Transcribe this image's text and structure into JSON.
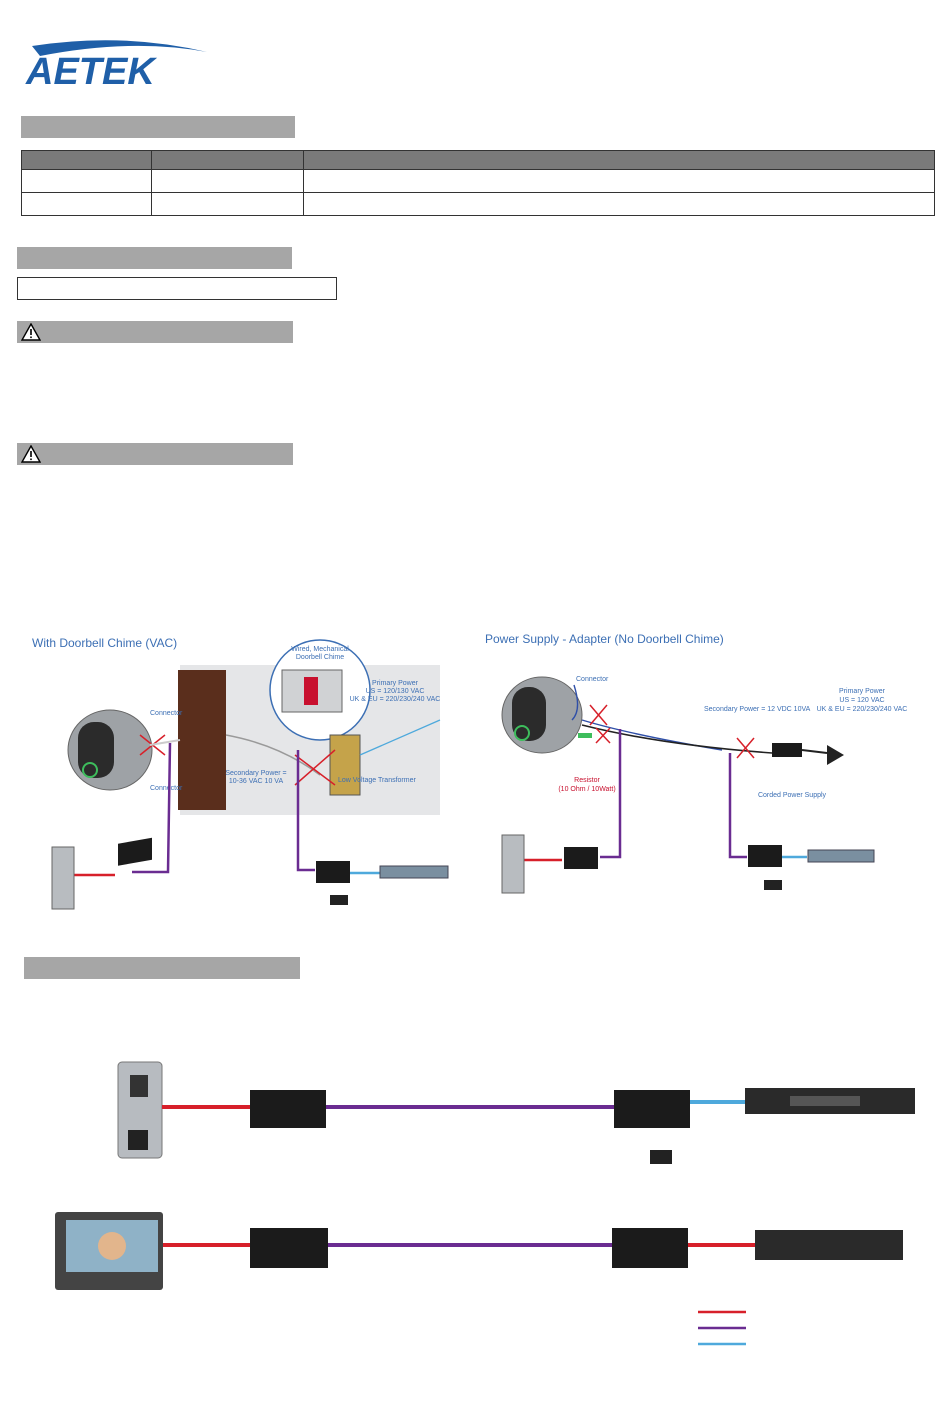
{
  "brand": {
    "logo_text": "AETEK",
    "color": "#1f5fa8"
  },
  "spec_table": {
    "columns": [
      "",
      "",
      ""
    ],
    "rows": [
      [
        "",
        "",
        ""
      ],
      [
        "",
        "",
        ""
      ]
    ]
  },
  "diagram_left": {
    "title": "With Doorbell Chime (VAC)",
    "connector_top": "Connector",
    "connector_bottom": "Connector",
    "chime_label_1": "Wired, Mechanical",
    "chime_label_2": "Doorbell Chime",
    "primary_1": "Primary Power",
    "primary_2": "US = 120/130 VAC",
    "primary_3": "UK & EU = 220/230/240 VAC",
    "secondary_1": "Secondary Power =",
    "secondary_2": "10-36 VAC 10 VA",
    "transformer": "Low Voltage Transformer"
  },
  "diagram_right": {
    "title": "Power Supply - Adapter (No Doorbell Chime)",
    "connector": "Connector",
    "secondary": "Secondary Power = 12 VDC 10VA",
    "primary_1": "Primary Power",
    "primary_2": "US = 120 VAC",
    "primary_3": "UK & EU = 220/230/240 VAC",
    "resistor_1": "Resistor",
    "resistor_2": "(10 Ohm / 10Watt)",
    "corded": "Corded Power Supply"
  },
  "colors": {
    "red": "#d7202a",
    "purple": "#6a2c91",
    "blue": "#4ea9dc",
    "bar": "#a6a6a6"
  },
  "legend": [
    {
      "color": "#d7202a"
    },
    {
      "color": "#6a2c91"
    },
    {
      "color": "#4ea9dc"
    }
  ]
}
